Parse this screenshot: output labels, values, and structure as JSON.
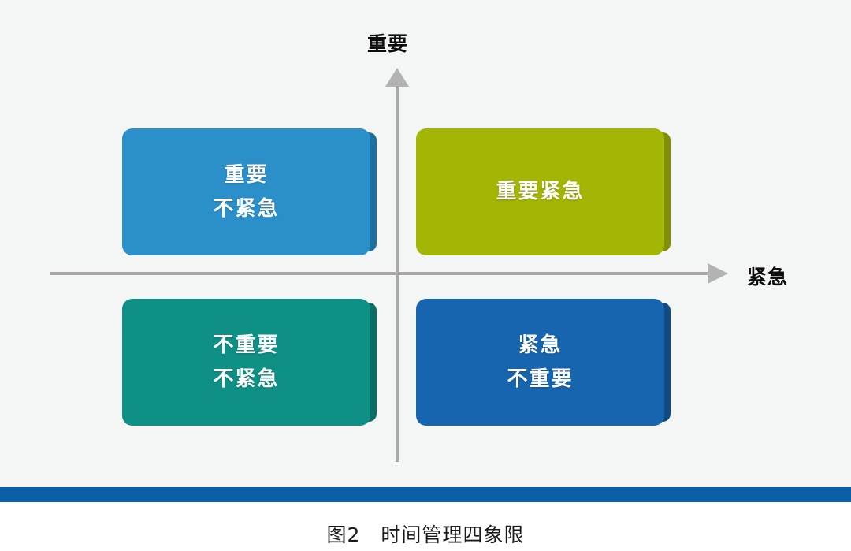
{
  "figure": {
    "caption": "图2　时间管理四象限",
    "background_color": "#f4f5f5",
    "rule_color": "#0b5ea8"
  },
  "axes": {
    "vertical": {
      "label": "重要",
      "direction": "up",
      "color": "#a9a9a9"
    },
    "horizontal": {
      "label": "紧急",
      "direction": "right",
      "color": "#a9a9a9"
    }
  },
  "quadrants": [
    {
      "id": "important-not-urgent",
      "position": "top-left",
      "lines": [
        "重要",
        "不紧急"
      ],
      "line1": "重要",
      "line2": "不紧急",
      "color": "#2b8fc9",
      "edge_color": "#1d6f9f",
      "text_color": "#ffffff"
    },
    {
      "id": "important-urgent",
      "position": "top-right",
      "lines": [
        "重要紧急"
      ],
      "line1": "重要紧急",
      "line2": "",
      "color": "#a3b505",
      "edge_color": "#808f04",
      "text_color": "#ffffff"
    },
    {
      "id": "not-important-not-urgent",
      "position": "bottom-left",
      "lines": [
        "不重要",
        "不紧急"
      ],
      "line1": "不重要",
      "line2": "不紧急",
      "color": "#0f9085",
      "edge_color": "#0a6e66",
      "text_color": "#ffffff"
    },
    {
      "id": "urgent-not-important",
      "position": "bottom-right",
      "lines": [
        "紧急",
        "不重要"
      ],
      "line1": "紧急",
      "line2": "不重要",
      "color": "#1765ae",
      "edge_color": "#114b84",
      "text_color": "#ffffff"
    }
  ]
}
